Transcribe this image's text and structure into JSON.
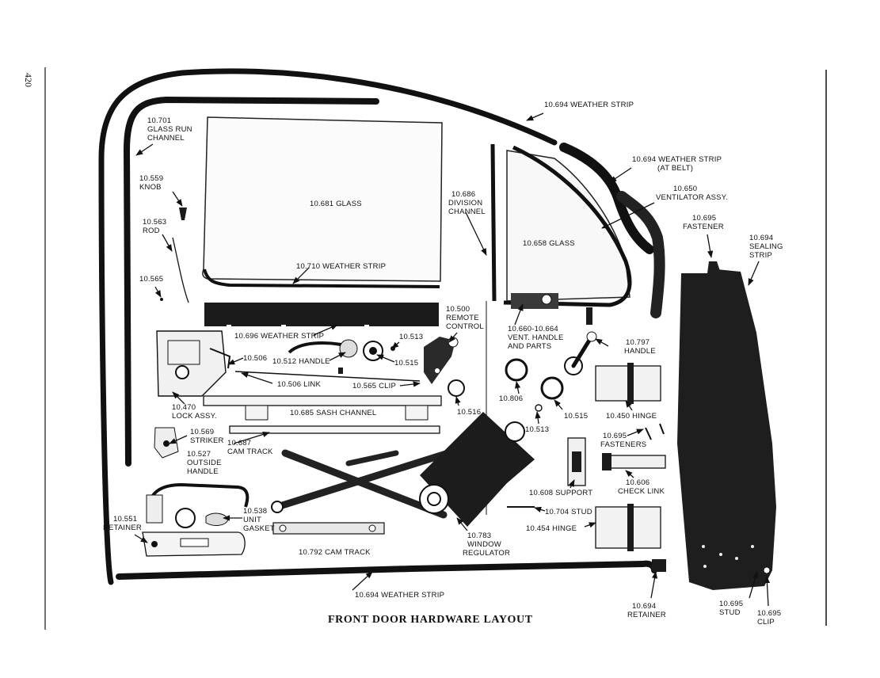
{
  "page_number": "420",
  "title": "FRONT DOOR HARDWARE LAYOUT",
  "labels": {
    "l01": "10.701",
    "l02": "GLASS RUN",
    "l03": "CHANNEL",
    "l04": "10.559",
    "l05": "KNOB",
    "l06": "10.563",
    "l07": "ROD",
    "l08": "10.565",
    "l09": "10.681 GLASS",
    "l10": "10.710 WEATHER STRIP",
    "l11": "10.696 WEATHER STRIP",
    "l12": "10.506",
    "l13": "10.512 HANDLE",
    "l14": "10.513",
    "l15": "10.515",
    "l16": "10.506 LINK",
    "l17": "10.565 CLIP",
    "l18": "10.470",
    "l19": "LOCK ASSY.",
    "l20": "10.685 SASH CHANNEL",
    "l21": "10.569",
    "l22": "STRIKER",
    "l23": "10.527",
    "l24": "OUTSIDE",
    "l25": "HANDLE",
    "l26": "10.687",
    "l27": "CAM TRACK",
    "l28": "10.538",
    "l29": "UNIT",
    "l30": "GASKET",
    "l31": "10.551",
    "l32": "RETAINER",
    "l33": "10.792 CAM TRACK",
    "l34": "10.694 WEATHER STRIP",
    "l35": "10.783",
    "l36": "WINDOW",
    "l37": "REGULATOR",
    "l38": "10.686",
    "l39": "DIVISION",
    "l40": "CHANNEL",
    "l41": "10.500",
    "l42": "REMOTE",
    "l43": "CONTROL",
    "l44": "10.516",
    "l45": "10.694 WEATHER STRIP",
    "l46": "10.694 WEATHER STRIP",
    "l47": "(AT BELT)",
    "l48": "10.650",
    "l49": "VENTILATOR ASSY.",
    "l50": "10.658 GLASS",
    "l51": "10.660-10.664",
    "l52": "VENT. HANDLE",
    "l53": "AND PARTS",
    "l54": "10.797",
    "l55": "HANDLE",
    "l56": "10.806",
    "l57": "10.515",
    "l58": "10.450 HINGE",
    "l59": "10.513",
    "l60": "10.695",
    "l61": "FASTENERS",
    "l62": "10.608 SUPPORT",
    "l63": "10.606",
    "l64": "CHECK LINK",
    "l65": "10.704 STUD",
    "l66": "10.454 HINGE",
    "l67": "10.694",
    "l68": "RETAINER",
    "l69": "10.695",
    "l70": "FASTENER",
    "l71": "10.694",
    "l72": "SEALING",
    "l73": "STRIP",
    "l74": "10.695",
    "l75": "STUD",
    "l76": "10.695",
    "l77": "CLIP"
  }
}
